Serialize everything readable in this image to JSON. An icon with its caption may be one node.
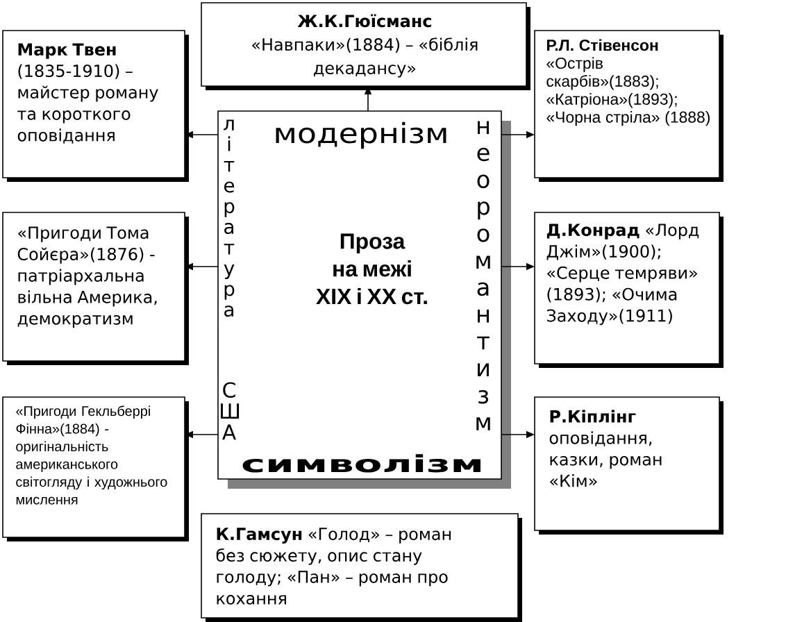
{
  "diagram": {
    "nodes": [
      {
        "text": [
          "Ж.К.Гюїсманс",
          "«Навпаки»(1884) – «біблія декадансу»"
        ]
      },
      {
        "text": [
          "Марк Твен",
          "(1835-1910) – майстер роману та короткого оповідання"
        ]
      },
      {
        "text": [
          "Р.Л. Стівенсон",
          "«Острів скарбів»(1883); «Катріона»(1893); «Чорна стріла» (1888)"
        ]
      },
      {
        "text": [
          "література",
          "модернізм",
          "Проза на межі XIX і XX ст.",
          "США",
          "неоромантизм",
          "символізм"
        ]
      },
      {
        "text": [
          "«Пригоди Тома Сойєра»(1876) - патріархальна вільна Америка, демократизм"
        ]
      },
      {
        "text": [
          "**Д.Конрад** «Лорд Джім»(1900); «Серце темряви» (1893); «Очима Заходу»(1911)"
        ]
      },
      {
        "text": [
          "«Пригоди Гекльберрі Фінна»(1884) - оригінальність американського світогляду і художнього мислення"
        ]
      },
      {
        "text": [
          "Р.Кіплінг",
          "оповідання, казки, роман «Кім»"
        ]
      },
      {
        "text": [
          "**К.Гамсун** «Голод» – роман без сюжету, опис стану голоду; «Пан» – роман про кохання"
        ]
      }
    ],
    "edges": [
      {
        "from": 3,
        "to": 0,
        "arrow": "to"
      },
      {
        "from": 3,
        "to": 1,
        "arrow": "to"
      },
      {
        "from": 3,
        "to": 2,
        "arrow": "to"
      },
      {
        "from": 3,
        "to": 4,
        "arrow": "to"
      },
      {
        "from": 3,
        "to": 5,
        "arrow": "to"
      },
      {
        "from": 3,
        "to": 6,
        "arrow": "to"
      },
      {
        "from": 3,
        "to": 7,
        "arrow": "to"
      }
    ]
  }
}
